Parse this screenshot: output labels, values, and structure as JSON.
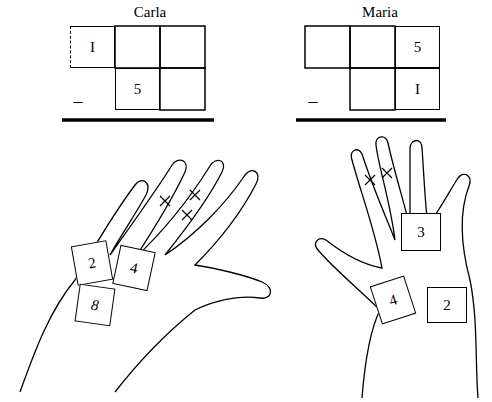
{
  "diagram": {
    "nodes": [
      {
        "text": [
          "I"
        ]
      },
      {
        "text": [
          "5"
        ]
      },
      {
        "text": [
          "5"
        ]
      },
      {
        "text": [
          "I"
        ]
      },
      {
        "text": [
          "2"
        ]
      },
      {
        "text": [
          "4"
        ]
      },
      {
        "text": [
          "8"
        ]
      },
      {
        "text": [
          "3"
        ]
      },
      {
        "text": [
          "4"
        ]
      },
      {
        "text": [
          "2"
        ]
      }
    ],
    "labels": [
      "Carla",
      "Maria",
      "–",
      "–"
    ]
  }
}
